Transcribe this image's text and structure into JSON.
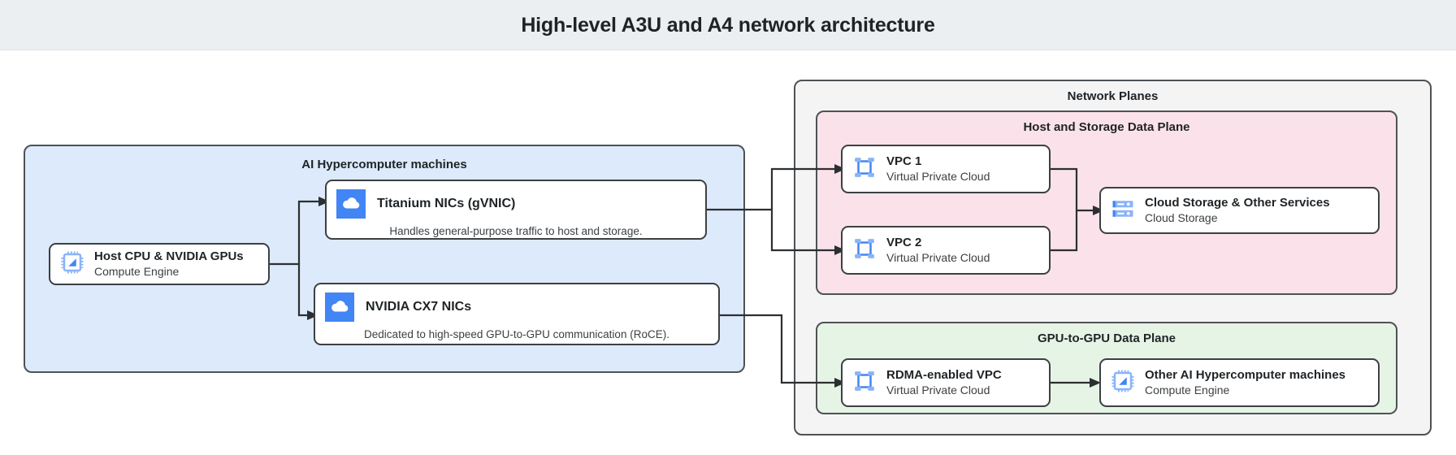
{
  "header": {
    "title": "High-level A3U and A4 network architecture"
  },
  "panels": {
    "hypercomputer": {
      "title": "AI Hypercomputer machines",
      "color": "#dceafb"
    },
    "network_planes": {
      "title": "Network Planes",
      "color": "#f4f4f4"
    },
    "host_storage_plane": {
      "title": "Host and Storage Data Plane",
      "color": "#fbe2ea"
    },
    "gpu_gpu_plane": {
      "title": "GPU-to-GPU Data Plane",
      "color": "#e6f4e6"
    }
  },
  "cards": {
    "host_cpu": {
      "title": "Host CPU & NVIDIA GPUs",
      "subtitle": "Compute Engine",
      "icon": "cpu-chip-icon"
    },
    "titanium_nics": {
      "title": "Titanium NICs (gVNIC)",
      "description": "Handles general-purpose traffic to host and storage.",
      "icon": "cloud-square-icon"
    },
    "cx7_nics": {
      "title": "NVIDIA CX7 NICs",
      "description": "Dedicated to high-speed GPU-to-GPU communication (RoCE).",
      "icon": "cloud-square-icon"
    },
    "vpc1": {
      "title": "VPC 1",
      "subtitle": "Virtual Private Cloud",
      "icon": "vpc-network-icon"
    },
    "vpc2": {
      "title": "VPC 2",
      "subtitle": "Virtual Private Cloud",
      "icon": "vpc-network-icon"
    },
    "cloud_storage": {
      "title": "Cloud Storage & Other Services",
      "subtitle": "Cloud Storage",
      "icon": "cloud-storage-icon"
    },
    "rdma_vpc": {
      "title": "RDMA-enabled VPC",
      "subtitle": "Virtual Private Cloud",
      "icon": "vpc-network-icon"
    },
    "other_machines": {
      "title": "Other AI Hypercomputer machines",
      "subtitle": "Compute Engine",
      "icon": "cpu-chip-icon"
    }
  },
  "colors": {
    "accent_blue": "#4285f4",
    "icon_light_blue": "#8ab4f8",
    "border": "#3c4043",
    "header_bg": "#eceff1",
    "connector": "#2c2f31"
  },
  "connections": [
    {
      "from": "host_cpu",
      "to": "titanium_nics"
    },
    {
      "from": "host_cpu",
      "to": "cx7_nics"
    },
    {
      "from": "titanium_nics",
      "to": "vpc1"
    },
    {
      "from": "titanium_nics",
      "to": "vpc2"
    },
    {
      "from": "vpc1",
      "to": "cloud_storage"
    },
    {
      "from": "vpc2",
      "to": "cloud_storage"
    },
    {
      "from": "cx7_nics",
      "to": "rdma_vpc"
    },
    {
      "from": "rdma_vpc",
      "to": "other_machines"
    }
  ]
}
